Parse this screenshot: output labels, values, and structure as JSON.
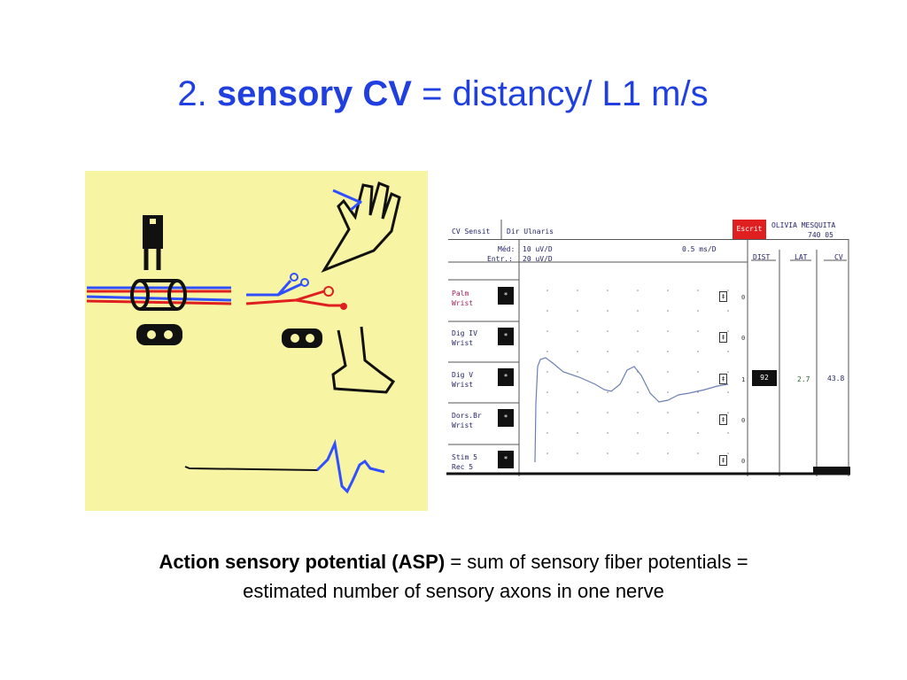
{
  "slide": {
    "title_prefix": "2.",
    "title_bold": "sensory CV",
    "title_rest": "= distancy/ L1 m/s"
  },
  "recording": {
    "header": {
      "mode": "CV Sensit",
      "nerve": "Dir Ulnaris",
      "button": "Escrit",
      "patient_name": "OLIVIA MESQUITA",
      "patient_codes": "740   05"
    },
    "settings": {
      "med_label": "Méd:",
      "med_value": "10 uV/D",
      "entr_label": "Entr.:",
      "entr_value": "20 uV/D",
      "timebase": "0.5 ms/D"
    },
    "columns": [
      "DIST",
      "LAT",
      "CV"
    ],
    "channels": [
      {
        "line1": "Palm",
        "line2": "Wrist",
        "marker": "0"
      },
      {
        "line1": "Dig IV",
        "line2": "Wrist",
        "marker": "0"
      },
      {
        "line1": "Dig V",
        "line2": "Wrist",
        "marker": "1",
        "dist": "92",
        "lat": "2.7",
        "cv": "43.8"
      },
      {
        "line1": "Dors.Br",
        "line2": "Wrist",
        "marker": "0"
      },
      {
        "line1": "Stim 5",
        "line2": "Rec 5",
        "marker": "0"
      }
    ],
    "button_symbol": "*",
    "selector_symbol": "‡"
  },
  "caption": {
    "bold": "Action sensory potential (ASP)",
    "line1_rest": " = sum of sensory fiber potentials =",
    "line2": "estimated number of sensory axons in one nerve"
  },
  "colors": {
    "title_blue": "#1f3fe0",
    "diagram_bg": "#f7f4a4",
    "nerve_red": "#e02020",
    "nerve_blue": "#3050ff",
    "trace_blue": "#6a7fb5",
    "escrit_red": "#e02020"
  }
}
